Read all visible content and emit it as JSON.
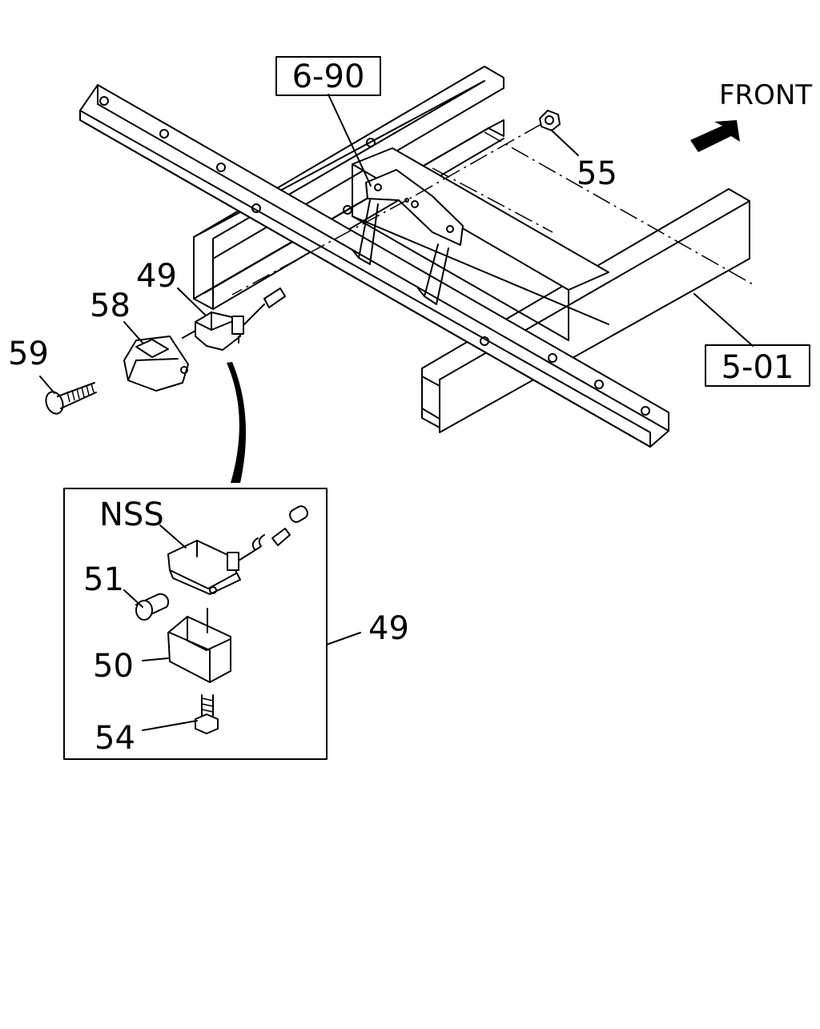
{
  "diagram": {
    "direction_label": "FRONT",
    "reference_boxes": [
      {
        "id": "ref-6-90",
        "text": "6-90"
      },
      {
        "id": "ref-5-01",
        "text": "5-01"
      }
    ],
    "part_callouts": {
      "p55": "55",
      "p49_top": "49",
      "p58": "58",
      "p59": "59",
      "nss": "NSS",
      "p51": "51",
      "p50": "50",
      "p54": "54",
      "p49_detail": "49"
    }
  }
}
